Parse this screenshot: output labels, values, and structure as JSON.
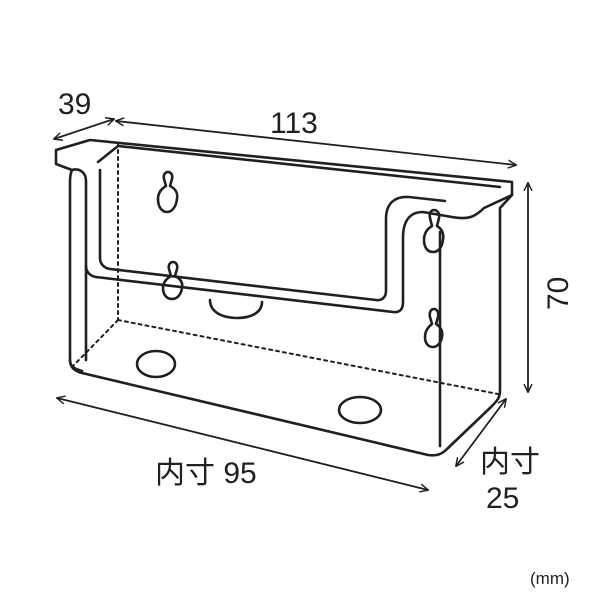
{
  "dimensions": {
    "depth": "39",
    "width": "113",
    "height": "70",
    "inner_width": "内寸 95",
    "inner_depth_label": "内寸",
    "inner_depth_value": "25"
  },
  "unit_note": "(mm)",
  "colors": {
    "stroke": "#231f20",
    "background": "#ffffff"
  }
}
